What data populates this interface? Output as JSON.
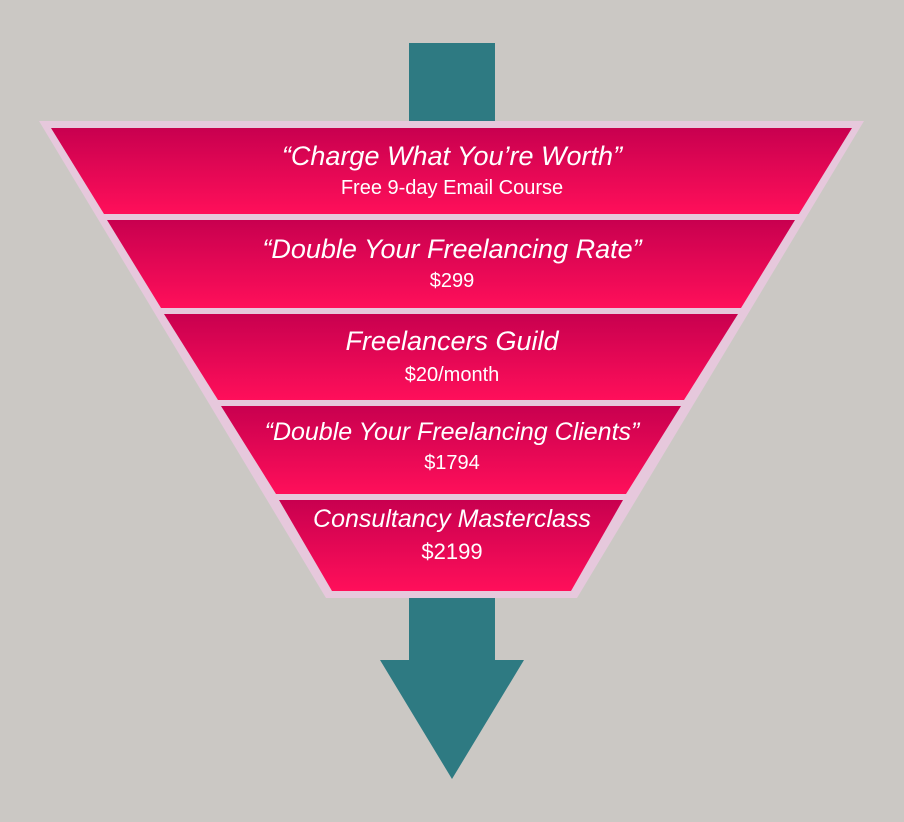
{
  "funnel": {
    "colors": {
      "background": "#cbc8c4",
      "arrow": "#2e7a82",
      "outline": "#e6c8dc",
      "stage_top": "#c8004f",
      "stage_bottom": "#ff0f5a",
      "text": "#ffffff"
    },
    "stages": [
      {
        "title": "“Charge What You’re Worth”",
        "subtitle": "Free 9-day Email Course"
      },
      {
        "title": "“Double Your Freelancing Rate”",
        "subtitle": "$299"
      },
      {
        "title": "Freelancers Guild",
        "subtitle": "$20/month"
      },
      {
        "title": "“Double Your Freelancing Clients”",
        "subtitle": "$1794"
      },
      {
        "title": "Consultancy Masterclass",
        "subtitle": "$2199"
      }
    ]
  }
}
